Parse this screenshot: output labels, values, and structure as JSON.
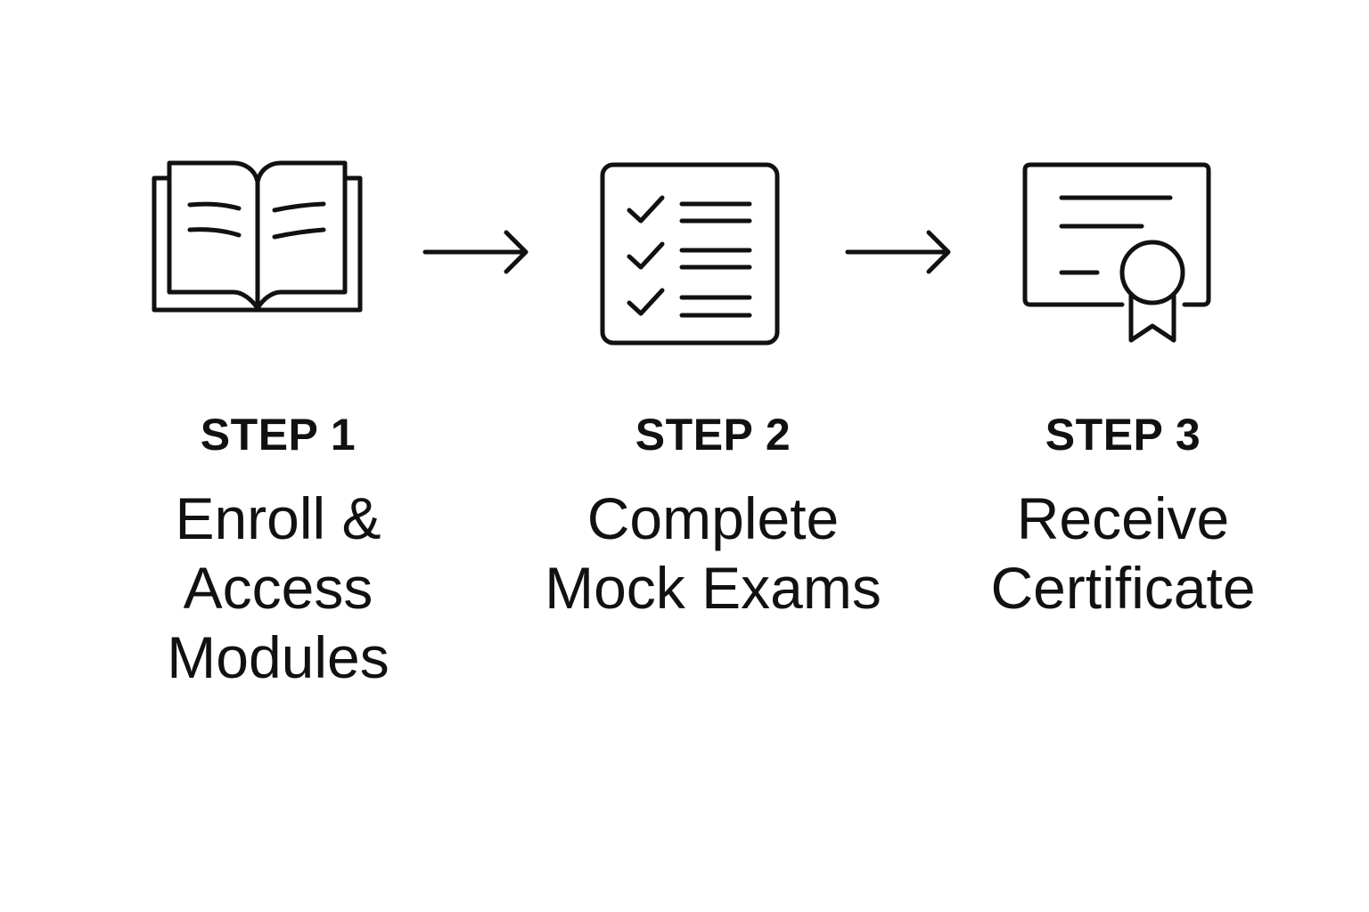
{
  "steps": [
    {
      "icon": "open-book-icon",
      "title": "STEP 1",
      "lines": [
        "Enroll &",
        "Access",
        "Modules"
      ]
    },
    {
      "icon": "checklist-icon",
      "title": "STEP 2",
      "lines": [
        "Complete",
        "Mock Exams"
      ]
    },
    {
      "icon": "certificate-icon",
      "title": "STEP 3",
      "lines": [
        "Receive",
        "Certificate"
      ]
    }
  ],
  "connectors": [
    "arrow-right-icon",
    "arrow-right-icon"
  ],
  "colors": {
    "background": "#ffffff",
    "ink": "#111111"
  }
}
